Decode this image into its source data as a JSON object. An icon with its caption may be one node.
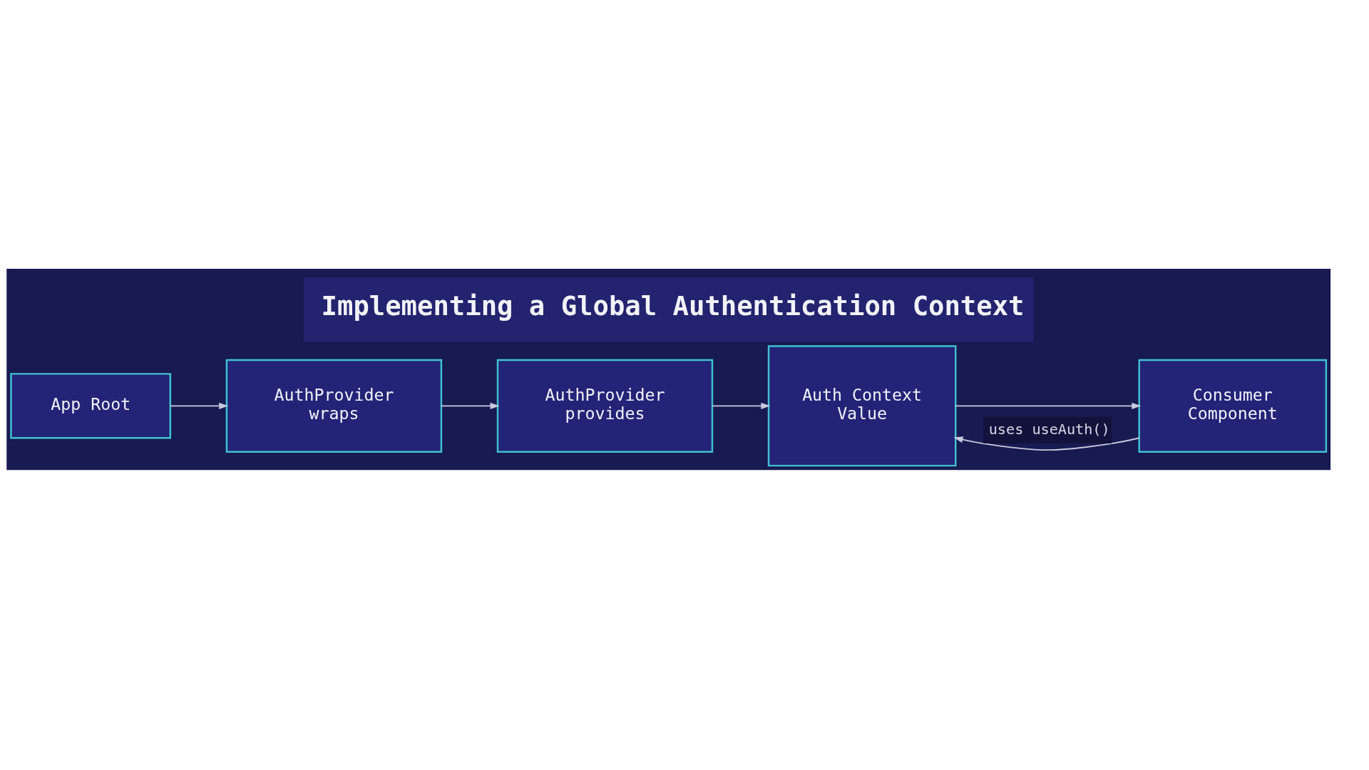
{
  "diagram": {
    "title": "Implementing a Global Authentication Context",
    "nodes": [
      {
        "text": [
          "App Root"
        ]
      },
      {
        "text": [
          "AuthProvider wraps"
        ]
      },
      {
        "text": [
          "AuthProvider provides"
        ]
      },
      {
        "text": [
          "Auth Context Value"
        ]
      },
      {
        "text": [
          "Consumer Component"
        ]
      }
    ],
    "edges": [
      {
        "from": 0,
        "to": 1,
        "arrow": "to"
      },
      {
        "from": 1,
        "to": 2,
        "arrow": "to"
      },
      {
        "from": 2,
        "to": 3,
        "arrow": "to"
      },
      {
        "from": 3,
        "to": 4,
        "arrow": "to"
      },
      {
        "from": 4,
        "to": 3,
        "arrow": "to",
        "label": "uses useAuth()"
      }
    ]
  }
}
